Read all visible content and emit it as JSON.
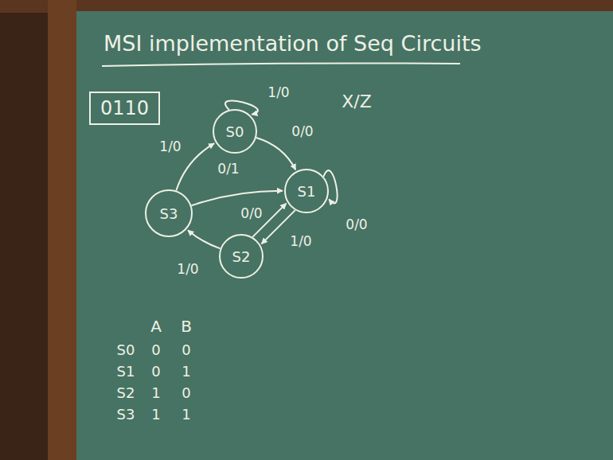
{
  "diagram": {
    "title": "MSI implementation of Seq Circuits",
    "nodes": [
      {
        "text": [
          "0110"
        ]
      },
      {
        "text": [
          "S0"
        ]
      },
      {
        "text": [
          "S1"
        ]
      },
      {
        "text": [
          "S3"
        ]
      },
      {
        "text": [
          "S2"
        ]
      }
    ],
    "edges": [
      {
        "from": 1,
        "to": 1,
        "label": "1/0",
        "arrow": "to"
      },
      {
        "from": 1,
        "to": 2,
        "label": "0/0",
        "arrow": "to"
      },
      {
        "from": 2,
        "to": 2,
        "label": "0/0",
        "arrow": "to"
      },
      {
        "from": 3,
        "to": 1,
        "label": "1/0",
        "arrow": "to"
      },
      {
        "from": 3,
        "to": 2,
        "label": "0/1",
        "arrow": "to"
      },
      {
        "from": 2,
        "to": 4,
        "label": "1/0",
        "arrow": "to"
      },
      {
        "from": 4,
        "to": 2,
        "label": "0/0",
        "arrow": "to"
      },
      {
        "from": 4,
        "to": 3,
        "label": "1/0",
        "arrow": "to"
      }
    ],
    "labels": [
      "X/Z",
      "A",
      "B",
      "S0",
      "0",
      "0",
      "S1",
      "0",
      "1",
      "S2",
      "1",
      "0",
      "S3",
      "1",
      "1"
    ]
  }
}
